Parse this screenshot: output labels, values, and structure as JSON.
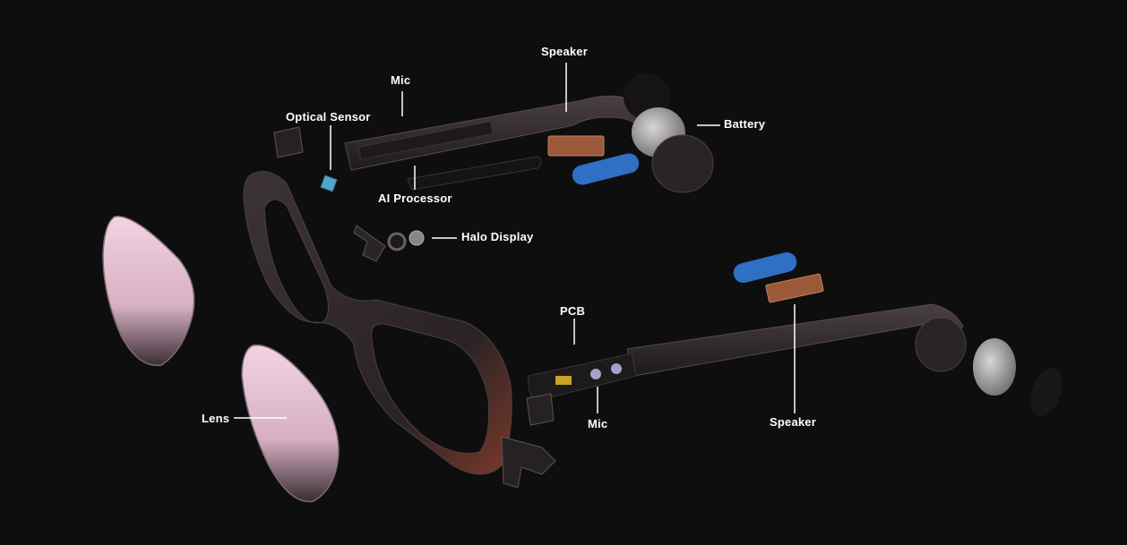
{
  "labels": {
    "speaker_top": "Speaker",
    "mic_top": "Mic",
    "optical_sensor": "Optical Sensor",
    "battery": "Battery",
    "ai_processor": "AI Processor",
    "halo_display": "Halo Display",
    "pcb": "PCB",
    "lens": "Lens",
    "mic_bottom": "Mic",
    "speaker_bottom": "Speaker"
  },
  "colors": {
    "background": "#0f0e0e",
    "frame": "#2a2426",
    "lens_tint": "#e9c6d6",
    "pad_blue": "#2f6fc4",
    "speaker_copper": "#9a5a3a",
    "pcb_gold": "#c9a227",
    "label_text": "#ffffff"
  }
}
